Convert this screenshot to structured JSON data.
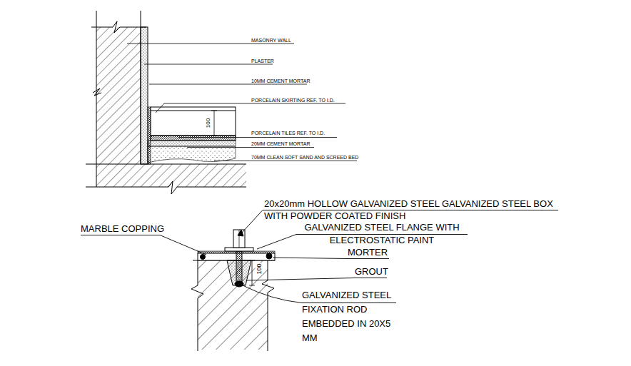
{
  "diagram": {
    "labels": [
      "MASONRY WALL",
      "PLASTER",
      "10MM CEMENT MORTAR",
      "PORCELAIN SKIRTING REF. TO I.D.",
      "100",
      "PORCELAIN TILES REF. TO I.D.",
      "20MM CEMENT MORTAR",
      "70MM CLEAN SOFT SAND AND SCREED BED",
      "20x20mm HOLLOW GALVANIZED STEEL GALVANIZED STEEL BOX WITH POWDER COATED FINISH",
      "MARBLE COPPING",
      "GALVANIZED STEEL FLANGE WITH ELECTROSTATIC PAINT",
      "MORTER",
      "100",
      "GROUT",
      "GALVANIZED STEEL FIXATION ROD EMBEDDED IN 20X5 MM"
    ]
  }
}
